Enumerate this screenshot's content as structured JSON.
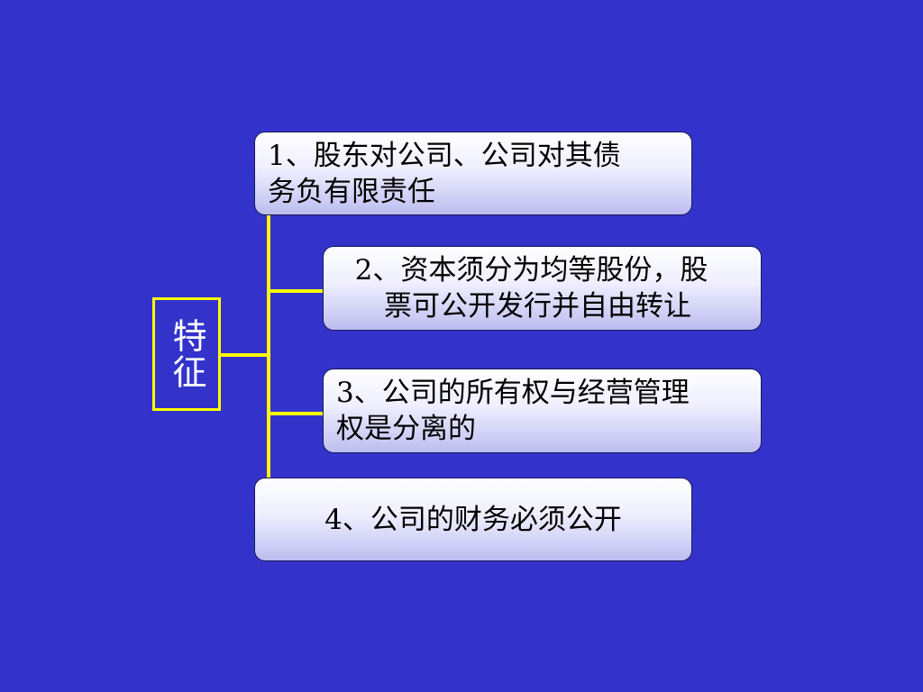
{
  "colors": {
    "background": "#3333CC",
    "connector": "#FFFF00",
    "node_text": "#000000",
    "root_text": "#FFFFFF"
  },
  "root": {
    "label": "特征"
  },
  "nodes": [
    {
      "lines": [
        "1、股东对公司、公司对其债",
        "务负有限责任"
      ]
    },
    {
      "lines": [
        "2、资本须分为均等股份，股",
        "票可公开发行并自由转让"
      ]
    },
    {
      "lines": [
        "3、公司的所有权与经营管理",
        "权是分离的"
      ]
    },
    {
      "lines": [
        "4、公司的财务必须公开"
      ]
    }
  ]
}
